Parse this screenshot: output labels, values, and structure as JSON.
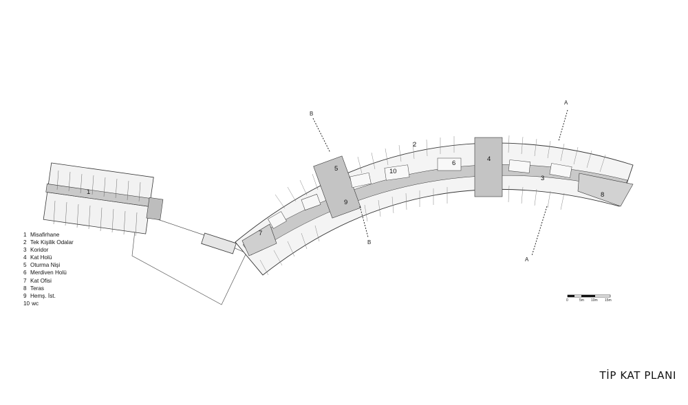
{
  "title": "TİP KAT PLANI",
  "legend": [
    {
      "num": "1",
      "label": "Misafirhane"
    },
    {
      "num": "2",
      "label": "Tek Kişilik Odalar"
    },
    {
      "num": "3",
      "label": "Koridor"
    },
    {
      "num": "4",
      "label": "Kat Holü"
    },
    {
      "num": "5",
      "label": "Oturma Nişi"
    },
    {
      "num": "6",
      "label": "Merdiven Holü"
    },
    {
      "num": "7",
      "label": "Kat Ofisi"
    },
    {
      "num": "8",
      "label": "Teras"
    },
    {
      "num": "9",
      "label": "Hemş. İst."
    },
    {
      "num": "10",
      "label": "wc"
    }
  ],
  "plan_labels": {
    "l1": "1",
    "l2": "2",
    "l3": "3",
    "l4": "4",
    "l5": "5",
    "l6": "6",
    "l7": "7",
    "l8": "8",
    "l9": "9",
    "l10": "10"
  },
  "section_markers": {
    "a": "A",
    "b": "B"
  },
  "scale_bar": {
    "s0": "0",
    "s5": "5m",
    "s10": "10m",
    "s15": "15m"
  },
  "colors": {
    "fill": "#c9c9c9",
    "line": "#333333",
    "room": "#f4f4f4"
  }
}
